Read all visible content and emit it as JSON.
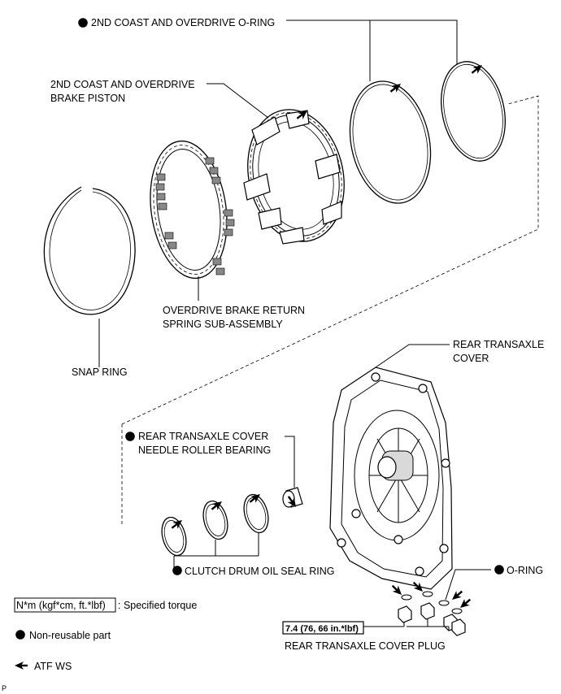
{
  "labels": {
    "o_ring_top": "2ND COAST AND OVERDRIVE O-RING",
    "piston_line1": "2ND COAST AND OVERDRIVE",
    "piston_line2": "BRAKE PISTON",
    "spring_line1": "OVERDRIVE BRAKE RETURN",
    "spring_line2": "SPRING SUB-ASSEMBLY",
    "snap_ring": "SNAP RING",
    "cover_line1": "REAR TRANSAXLE",
    "cover_line2": "COVER",
    "bearing_line1": "REAR TRANSAXLE COVER",
    "bearing_line2": "NEEDLE ROLLER BEARING",
    "clutch_seal": "CLUTCH DRUM OIL SEAL RING",
    "o_ring_plug": "O-RING",
    "torque_value": "7.4 (76, 66 in.*lbf)",
    "plug": "REAR TRANSAXLE COVER PLUG"
  },
  "legend": {
    "torque_box": "N*m (kgf*cm, ft.*lbf)",
    "torque_text": ": Specified torque",
    "nonreusable": "Non-reusable part",
    "atf": "ATF WS"
  },
  "corner_mark": "P"
}
